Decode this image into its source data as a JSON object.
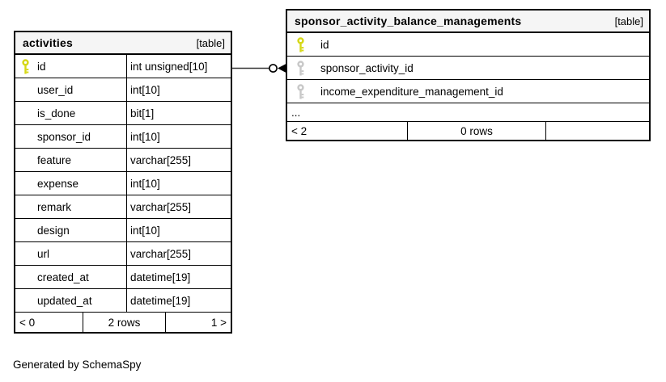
{
  "diagram": {
    "footer_note": "Generated by SchemaSpy"
  },
  "tables": [
    {
      "name": "activities",
      "kind": "[table]",
      "columns": [
        {
          "name": "id",
          "type": "int unsigned[10]",
          "key": "primary"
        },
        {
          "name": "user_id",
          "type": "int[10]",
          "key": "none"
        },
        {
          "name": "is_done",
          "type": "bit[1]",
          "key": "none"
        },
        {
          "name": "sponsor_id",
          "type": "int[10]",
          "key": "none"
        },
        {
          "name": "feature",
          "type": "varchar[255]",
          "key": "none"
        },
        {
          "name": "expense",
          "type": "int[10]",
          "key": "none"
        },
        {
          "name": "remark",
          "type": "varchar[255]",
          "key": "none"
        },
        {
          "name": "design",
          "type": "int[10]",
          "key": "none"
        },
        {
          "name": "url",
          "type": "varchar[255]",
          "key": "none"
        },
        {
          "name": "created_at",
          "type": "datetime[19]",
          "key": "none"
        },
        {
          "name": "updated_at",
          "type": "datetime[19]",
          "key": "none"
        }
      ],
      "footer": {
        "left": "< 0",
        "center": "2 rows",
        "right": "1 >"
      }
    },
    {
      "name": "sponsor_activity_balance_managements",
      "kind": "[table]",
      "columns": [
        {
          "name": "id",
          "type": "",
          "key": "primary"
        },
        {
          "name": "sponsor_activity_id",
          "type": "",
          "key": "foreign"
        },
        {
          "name": "income_expenditure_management_id",
          "type": "",
          "key": "foreign"
        }
      ],
      "ellipsis": "...",
      "footer": {
        "left": "< 2",
        "center": "0 rows",
        "right": ""
      }
    }
  ],
  "relationship": {
    "from": "activities.id",
    "to": "sponsor_activity_balance_managements.sponsor_activity_id"
  },
  "colors": {
    "header_bg": "#f5f5f5",
    "primary_key": "#d6d818",
    "foreign_key": "#c8c8c8",
    "border": "#000000",
    "relation_line": "#333333"
  }
}
